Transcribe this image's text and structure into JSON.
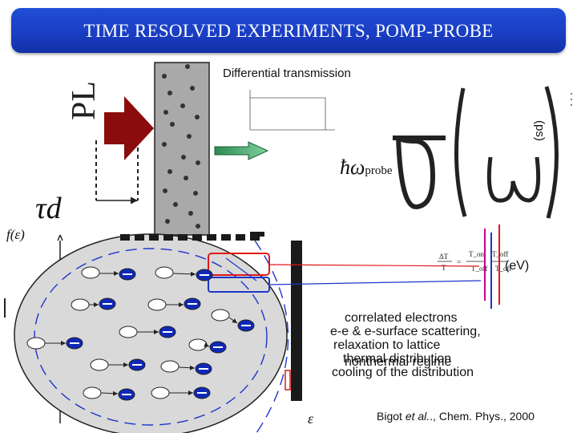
{
  "title": "TIME RESOLVED EXPERIMENTS, POMP-PROBE",
  "labels": {
    "differential_transmission": "Differential transmission",
    "ps_axis": "(ps)",
    "ev_unit": "(eV)",
    "f_eps": "f(ε)",
    "epsilon": "ε",
    "hw_probe": "ħω",
    "probe_sub": "probe",
    "sigma": "σ(ω)",
    "tau_d": "τd",
    "citation_prefix": "Bigot ",
    "citation_etal": "et al.",
    "citation_suffix": "., Chem. Phys., 2000"
  },
  "processes": [
    "correlated electrons",
    "e-e & e-surface scattering,",
    "relaxation to lattice",
    "thermal distribution",
    "cooling of the distribution",
    "nonthermal regime"
  ],
  "colors": {
    "title_bar": "#1a3ec4",
    "red_arrow": "#8b0c0c",
    "green_arrow": "#2f8a52",
    "electron": "#1028b8",
    "magenta": "#c8008c",
    "blue_line": "#1d35c8",
    "red_line": "#e01818"
  }
}
